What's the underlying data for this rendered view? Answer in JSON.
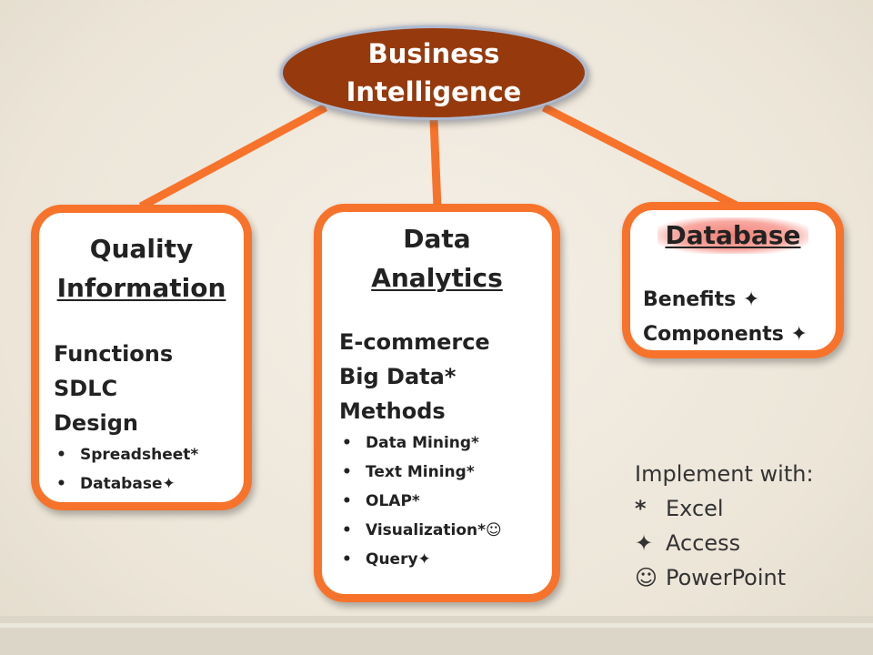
{
  "root": {
    "line1": "Business",
    "line2": "Intelligence"
  },
  "quality": {
    "title_line1": "Quality",
    "title_line2": "Information",
    "items": [
      "Functions",
      "SDLC",
      "Design"
    ],
    "sub_items": [
      "Spreadsheet*",
      "Database✦"
    ]
  },
  "analytics": {
    "title_line1": "Data",
    "title_line2": "Analytics",
    "items": [
      "E-commerce",
      "Big Data*",
      "Methods"
    ],
    "sub_items": [
      "Data Mining*",
      "Text Mining*",
      "OLAP*",
      "Visualization*☺",
      "Query✦"
    ]
  },
  "database": {
    "title": "Database",
    "items": [
      "Benefits ✦",
      "Components ✦"
    ]
  },
  "legend": {
    "heading": "Implement with:",
    "entries": [
      {
        "symbol": "*",
        "label": "Excel"
      },
      {
        "symbol": "✦",
        "label": "Access"
      },
      {
        "symbol": "☺",
        "label": "PowerPoint"
      }
    ]
  },
  "colors": {
    "accent_orange": "#f7732b",
    "root_fill": "#963a0e",
    "root_outline": "#aeb9cf",
    "highlight": "#f0786e"
  }
}
